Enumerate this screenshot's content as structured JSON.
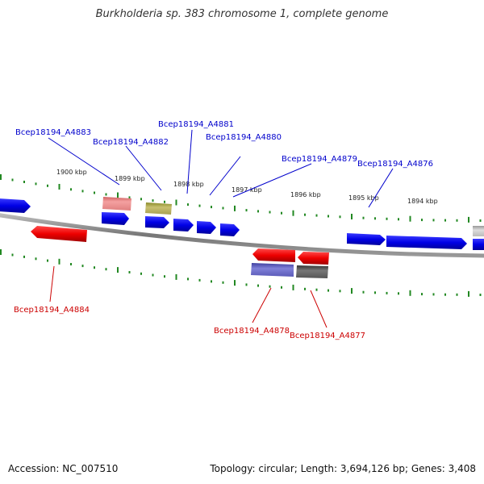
{
  "title": "Burkholderia sp. 383 chromosome 1, complete genome",
  "footer": {
    "accession": "Accession: NC_007510",
    "summary": "Topology: circular; Length: 3,694,126 bp; Genes: 3,408"
  },
  "kbp_labels": [
    "1900 kbp",
    "1899 kbp",
    "1898 kbp",
    "1897 kbp",
    "1896 kbp",
    "1895 kbp",
    "1894 kbp"
  ],
  "gene_labels": [
    {
      "text": "Bcep18194_A4883",
      "strand": "forward"
    },
    {
      "text": "Bcep18194_A4882",
      "strand": "forward"
    },
    {
      "text": "Bcep18194_A4881",
      "strand": "forward"
    },
    {
      "text": "Bcep18194_A4880",
      "strand": "forward"
    },
    {
      "text": "Bcep18194_A4879",
      "strand": "forward"
    },
    {
      "text": "Bcep18194_A4876",
      "strand": "forward"
    },
    {
      "text": "Bcep18194_A4884",
      "strand": "reverse"
    },
    {
      "text": "Bcep18194_A4878",
      "strand": "reverse"
    },
    {
      "text": "Bcep18194_A4877",
      "strand": "reverse"
    }
  ],
  "colors": {
    "forward_gene": "#0000ee",
    "reverse_gene": "#ee0000",
    "forward_label": "#0000cc",
    "reverse_label": "#cc0000",
    "backbone": "#888888",
    "tick": "#228822"
  }
}
